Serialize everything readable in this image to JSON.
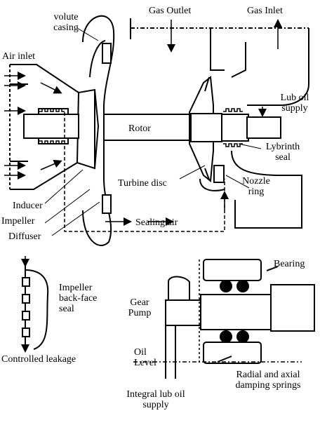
{
  "labels": {
    "volute_casing": [
      "volute",
      "casing"
    ],
    "gas_outlet": "Gas Outlet",
    "gas_inlet": "Gas Inlet",
    "air_inlet": "Air inlet",
    "lub_oil_supply": [
      "Lub oil",
      "supply"
    ],
    "rotor": "Rotor",
    "lybrinth_seal": [
      "Lybrinth",
      "seal"
    ],
    "turbine_disc": "Turbine disc",
    "nozzle_ring": [
      "Nozzle",
      "ring"
    ],
    "inducer": "Inducer",
    "impeller": "Impeller",
    "diffuser": "Diffuser",
    "sealing_air": "Sealing air",
    "impeller_backface_seal": [
      "Impeller",
      "back-face",
      "seal"
    ],
    "controlled_leakage": "Controlled leakage",
    "bearing": "Bearing",
    "gear_pump": [
      "Gear",
      "Pump"
    ],
    "oil_level": [
      "Oil",
      "Level"
    ],
    "damping_springs": [
      "Radial and axial",
      "damping springs"
    ],
    "integral_lub_oil_supply": [
      "Integral lub oil",
      "supply"
    ]
  },
  "colors": {
    "ink": "#000000",
    "background": "#ffffff"
  }
}
